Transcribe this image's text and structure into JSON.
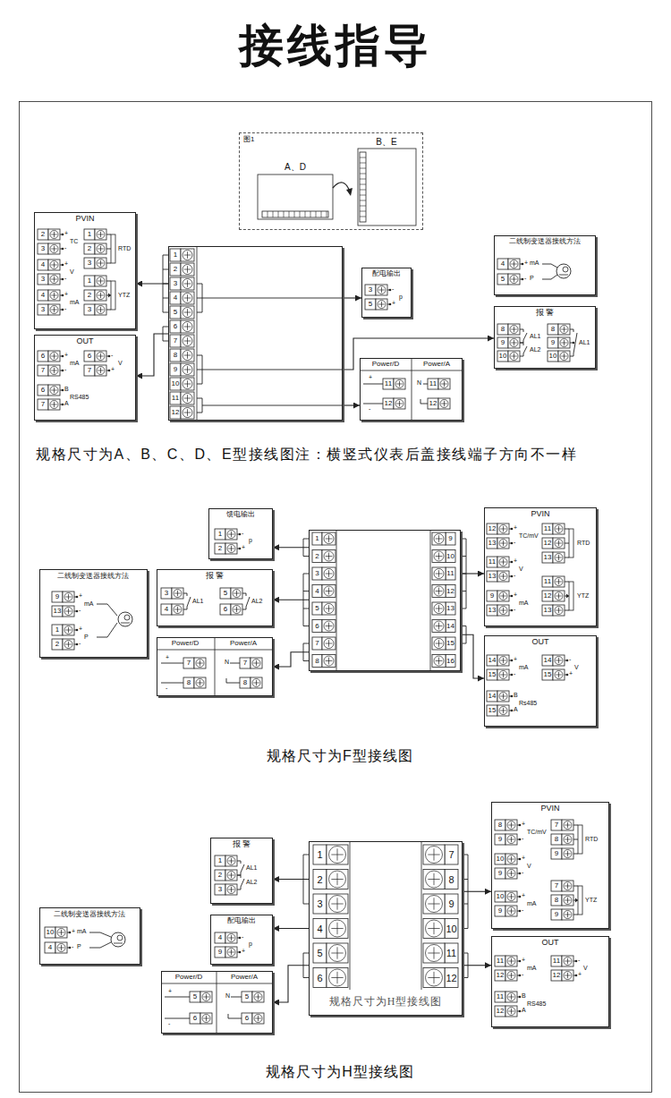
{
  "diagram": {
    "title": "接线指导",
    "nodes": [
      {
        "text": [
          "图1",
          "A、D",
          "B、E"
        ]
      },
      {
        "text": [
          "PVIN",
          "2",
          "+",
          "TC",
          "3",
          "-",
          "4",
          "+",
          "V",
          "3",
          "-",
          "4",
          "+",
          "mA",
          "3",
          "-",
          "1",
          "2",
          "3",
          "RTD",
          "1",
          "2",
          "3",
          "YTZ"
        ]
      },
      {
        "text": [
          "OUT",
          "6",
          "+",
          "mA",
          "7",
          "-",
          "6",
          "-",
          "V",
          "7",
          "+",
          "6",
          "B",
          "RS485",
          "7",
          "A"
        ]
      },
      {
        "text": [
          "1",
          "2",
          "3",
          "4",
          "5",
          "6",
          "7",
          "8",
          "9",
          "10",
          "11",
          "12"
        ]
      },
      {
        "text": [
          "二线制变送器接线方法",
          "4",
          "+",
          "mA",
          "5",
          "-",
          "P"
        ]
      },
      {
        "text": [
          "配电输出",
          "3",
          "-",
          "p",
          "5",
          "+"
        ]
      },
      {
        "text": [
          "报 警",
          "8",
          "AL1",
          "9",
          "AL2",
          "10",
          "8",
          "9",
          "AL1",
          "10"
        ]
      },
      {
        "text": [
          "Power/D",
          "Power/A",
          "+",
          "11",
          "12",
          "-",
          "N",
          "11",
          "12"
        ]
      },
      {
        "text": [
          "馈电输出",
          "1",
          "-",
          "p",
          "2",
          "+"
        ]
      },
      {
        "text": [
          "二线制变送器接线方法",
          "9",
          "+",
          "mA",
          "13",
          "-",
          "1",
          "+",
          "P",
          "2",
          "-"
        ]
      },
      {
        "text": [
          "报 警",
          "3",
          "AL1",
          "4",
          "5",
          "AL2",
          "6"
        ]
      },
      {
        "text": [
          "1",
          "2",
          "3",
          "4",
          "5",
          "6",
          "7",
          "8",
          "9",
          "10",
          "11",
          "12",
          "13",
          "14",
          "15",
          "16"
        ]
      },
      {
        "text": [
          "Power/D",
          "Power/A",
          "+",
          "7",
          "8",
          "-",
          "N",
          "7",
          "8"
        ]
      },
      {
        "text": [
          "PVIN",
          "12",
          "+",
          "TC/mV",
          "13",
          "-",
          "11",
          "+",
          "V",
          "13",
          "-",
          "9",
          "+",
          "mA",
          "13",
          "-",
          "11",
          "12",
          "13",
          "RTD",
          "11",
          "12",
          "13",
          "YTZ"
        ]
      },
      {
        "text": [
          "OUT",
          "14",
          "+",
          "mA",
          "15",
          "-",
          "14",
          "-",
          "V",
          "15",
          "+",
          "14",
          "B",
          "Rs485",
          "15",
          "A"
        ]
      },
      {
        "text": [
          "报 警",
          "1",
          "AL1",
          "2",
          "AL2",
          "3"
        ]
      },
      {
        "text": [
          "二线制变送器接线方法",
          "10",
          "+",
          "mA",
          "4",
          "-",
          "P"
        ]
      },
      {
        "text": [
          "配电输出",
          "4",
          "-",
          "p",
          "9",
          "+"
        ]
      },
      {
        "text": [
          "Power/D",
          "Power/A",
          "+",
          "5",
          "6",
          "-",
          "N",
          "5",
          "6"
        ]
      },
      {
        "text": [
          "1",
          "2",
          "3",
          "4",
          "5",
          "6",
          "7",
          "8",
          "9",
          "10",
          "11",
          "12",
          "规格尺寸为H型接线图"
        ]
      },
      {
        "text": [
          "PVIN",
          "8",
          "+",
          "TC/mV",
          "9",
          "-",
          "10",
          "+",
          "V",
          "9",
          "-",
          "10",
          "+",
          "mA",
          "9",
          "-",
          "7",
          "8",
          "9",
          "RTD",
          "7",
          "8",
          "9",
          "YTZ"
        ]
      },
      {
        "text": [
          "OUT",
          "11",
          "+",
          "mA",
          "12",
          "-",
          "11",
          "-",
          "V",
          "12",
          "+",
          "11",
          "B",
          "RS485",
          "12",
          "A"
        ]
      }
    ],
    "edges": [
      {
        "from": 3,
        "to": 1,
        "arrow": "to"
      },
      {
        "from": 3,
        "to": 2,
        "arrow": "to"
      },
      {
        "from": 3,
        "to": 5,
        "arrow": "to"
      },
      {
        "from": 3,
        "to": 6,
        "arrow": "to"
      },
      {
        "from": 3,
        "to": 7,
        "arrow": "to"
      },
      {
        "from": 11,
        "to": 8,
        "arrow": "to"
      },
      {
        "from": 11,
        "to": 10,
        "arrow": "to"
      },
      {
        "from": 11,
        "to": 12,
        "arrow": "to"
      },
      {
        "from": 11,
        "to": 13,
        "arrow": "to"
      },
      {
        "from": 11,
        "to": 14,
        "arrow": "to"
      },
      {
        "from": 19,
        "to": 15,
        "arrow": "to"
      },
      {
        "from": 19,
        "to": 17,
        "arrow": "to"
      },
      {
        "from": 19,
        "to": 18,
        "arrow": "to"
      },
      {
        "from": 19,
        "to": 20,
        "arrow": "to"
      },
      {
        "from": 19,
        "to": 21,
        "arrow": "to"
      }
    ],
    "labels": [
      "规格尺寸为A、B、C、D、E型接线图注：横竖式仪表后盖接线端子方向不一样",
      "规格尺寸为F型接线图",
      "规格尺寸为H型接线图"
    ]
  }
}
